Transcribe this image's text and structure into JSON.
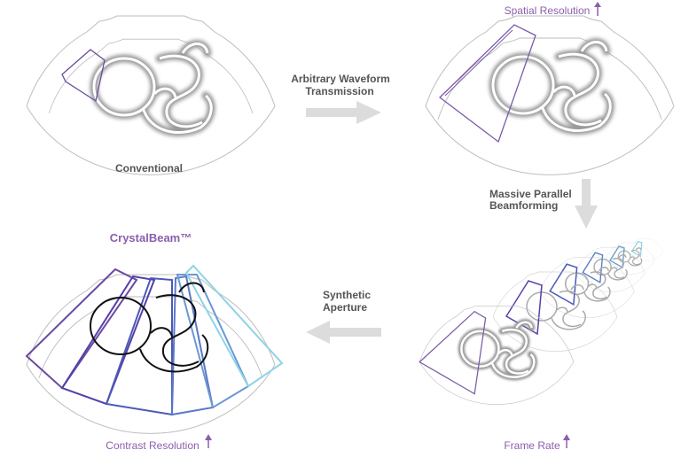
{
  "labels": {
    "conventional": "Conventional",
    "crystalbeam": "CrystalBeam™",
    "arbitrary_line1": "Arbitrary Waveform",
    "arbitrary_line2": "Transmission",
    "massive_line1": "Massive Parallel",
    "massive_line2": "Beamforming",
    "synthetic_line1": "Synthetic",
    "synthetic_line2": "Aperture",
    "spatial": "Spatial Resolution",
    "frame_rate": "Frame Rate",
    "contrast": "Contrast Resolution"
  },
  "colors": {
    "purple": "#8a5fae",
    "arrow_gray": "#dcdcdc",
    "label_gray": "#555555",
    "beam_dark": "#4a2f8f",
    "beam_light": "#8fd3e6"
  },
  "icons": {
    "improvement": "up-arrow-icon",
    "flow": "block-arrow-icon"
  }
}
